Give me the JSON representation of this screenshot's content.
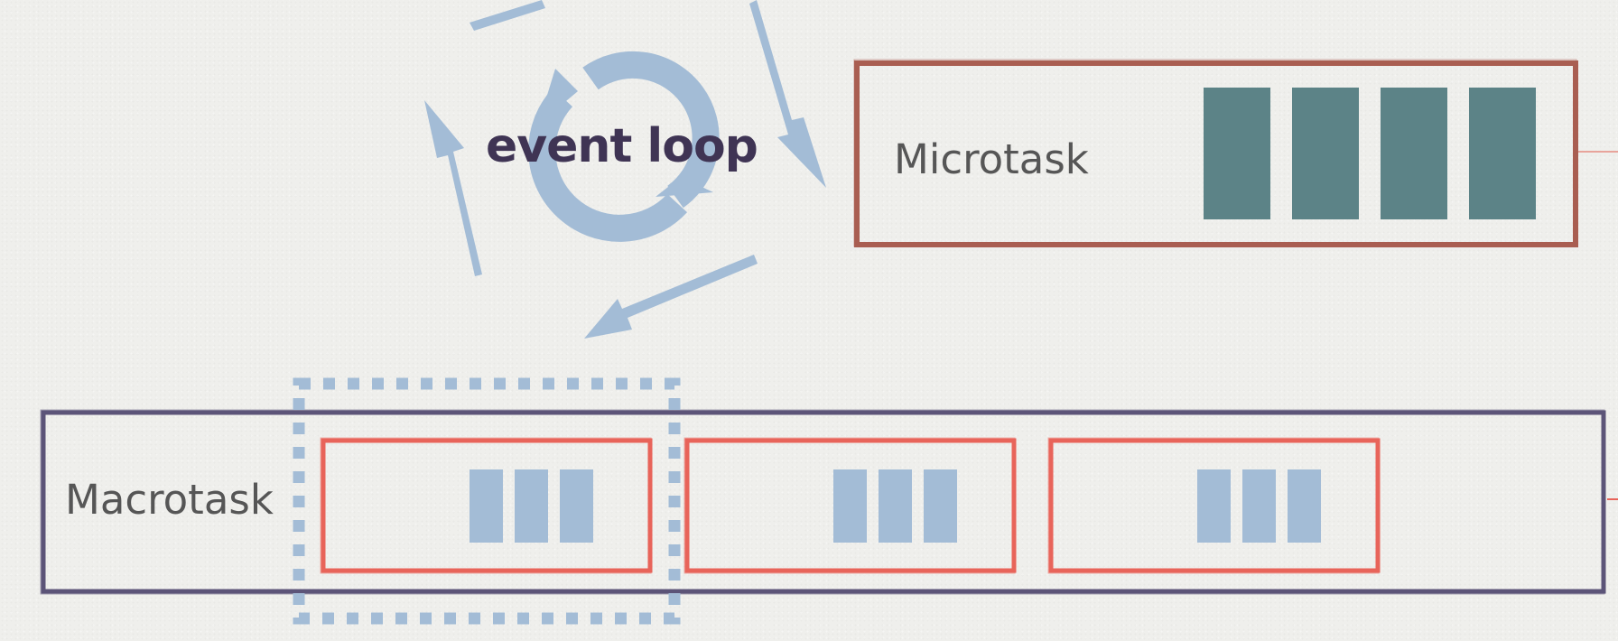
{
  "event_loop": {
    "title": "event loop"
  },
  "microtask_queue": {
    "label": "Microtask",
    "task_count": 4
  },
  "macrotask_queue": {
    "label": "Macrotask",
    "task_groups": [
      3,
      3,
      3
    ],
    "highlighted_group": 1
  },
  "colors": {
    "background": "#efefec",
    "arrow_blue": "#a3bcd6",
    "event_loop_text": "#3f3454",
    "microtask_border": "#a95e51",
    "microtask_fill": "#5c8387",
    "macrotask_border": "#5c5478",
    "task_border_red": "#e8645a",
    "label_text": "#565656"
  }
}
